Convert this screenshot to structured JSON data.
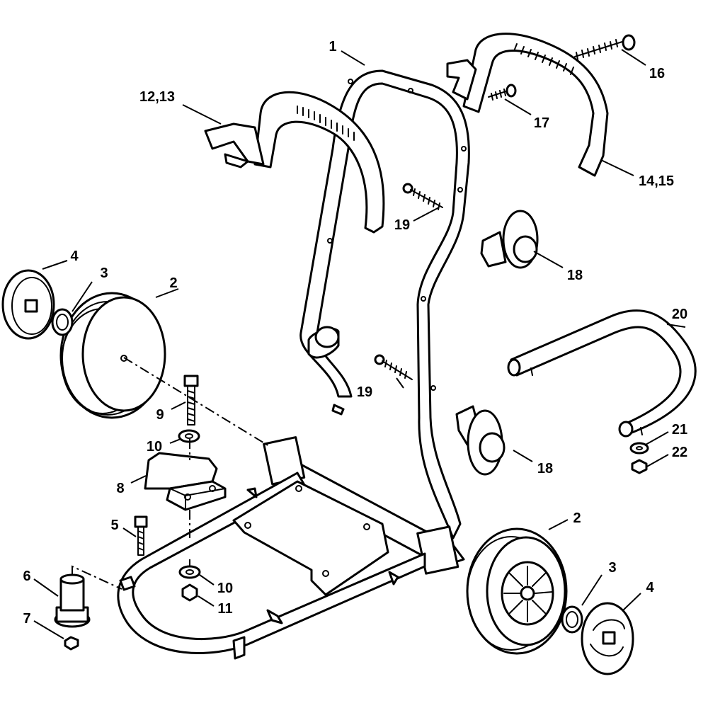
{
  "diagram": {
    "callouts": [
      "1",
      "2",
      "3",
      "4",
      "5",
      "6",
      "7",
      "8",
      "9",
      "10",
      "11",
      "12,13",
      "14,15",
      "16",
      "17",
      "18",
      "19",
      "20",
      "21",
      "22"
    ],
    "line_color": "#000000",
    "background": "#ffffff"
  }
}
